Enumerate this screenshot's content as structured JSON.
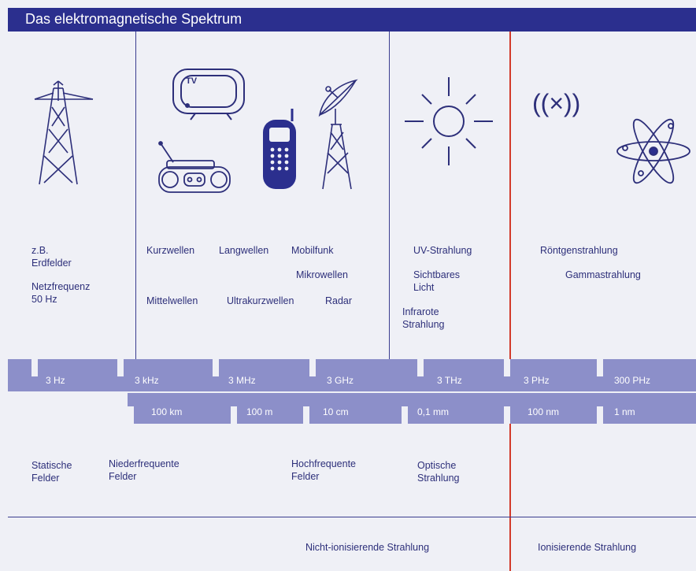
{
  "title": "Das elektromagnetische Spektrum",
  "sections": {
    "static": {
      "label_a": "z.B.\nErdfelder",
      "label_b": "Netzfrequenz\n50 Hz"
    },
    "radio": {
      "kurzwellen": "Kurzwellen",
      "langwellen": "Langwellen",
      "mobilfunk": "Mobilfunk",
      "mikrowellen": "Mikrowellen",
      "mittelwellen": "Mittelwellen",
      "ultrakurzwellen": "Ultrakurzwellen",
      "radar": "Radar",
      "tv_label": "TV"
    },
    "optical": {
      "uv": "UV-Strahlung",
      "visible": "Sichtbares\nLicht",
      "infrared": "Infrarote\nStrahlung"
    },
    "ionizing": {
      "xray": "Röntgenstrahlung",
      "gamma": "Gammastrahlung",
      "x_symbol": "((×))"
    }
  },
  "frequencies": [
    "3 Hz",
    "3 kHz",
    "3 MHz",
    "3 GHz",
    "3 THz",
    "3 PHz",
    "300 PHz"
  ],
  "wavelengths": [
    "100 km",
    "100 m",
    "10 cm",
    "0,1 mm",
    "100 nm",
    "1 nm"
  ],
  "field_types": {
    "statische": "Statische\nFelder",
    "niederfrequente": "Niederfrequente\nFelder",
    "hochfrequente": "Hochfrequente\nFelder",
    "optische": "Optische\nStrahlung"
  },
  "radiation": {
    "non_ionizing": "Nicht-ionisierende Strahlung",
    "ionizing": "Ionisierende Strahlung"
  },
  "colors": {
    "title_bg": "#2b2f8e",
    "band": "#8c8fc9",
    "divider_red": "#d23a2a",
    "ink": "#2d2f7a"
  }
}
